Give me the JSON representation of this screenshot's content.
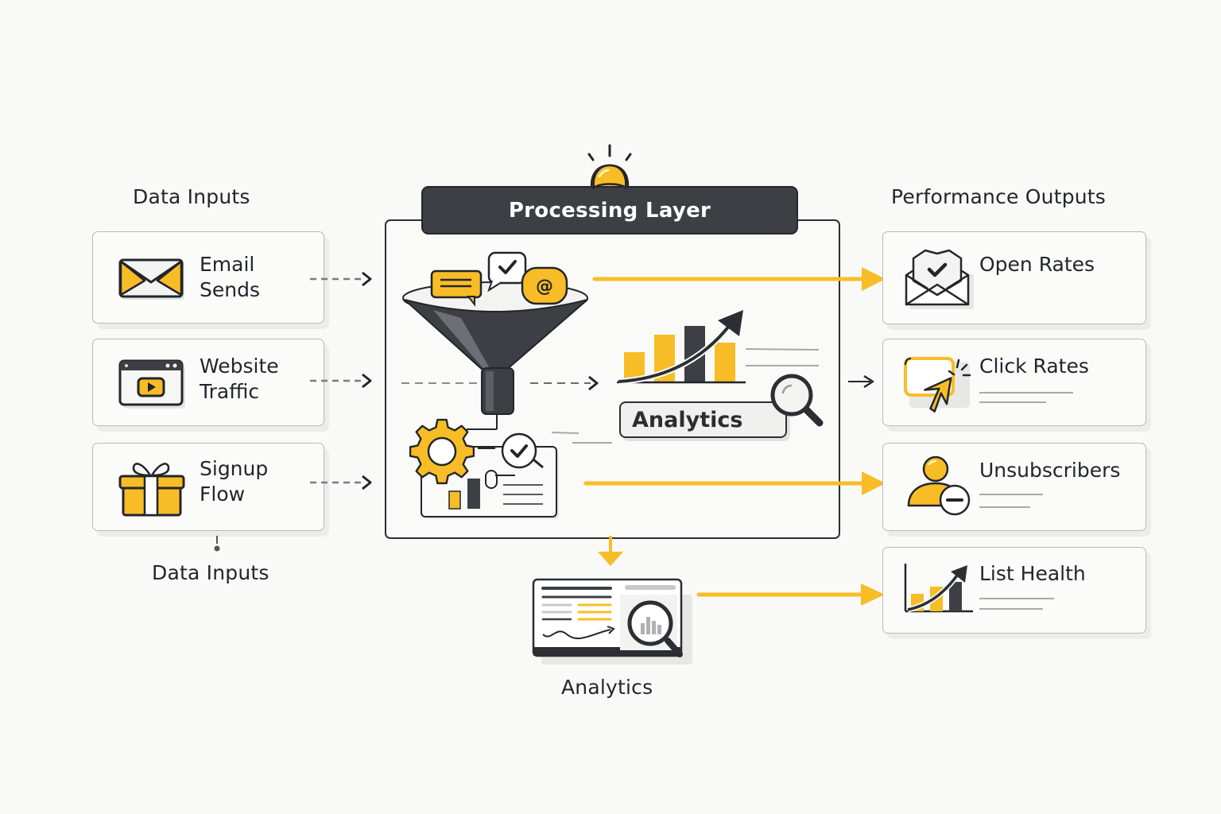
{
  "colors": {
    "accent": "#f8bd26",
    "dark": "#3d3f44",
    "outline": "#23252b",
    "card_border": "#b9b9bb",
    "background": "#f9f9f8"
  },
  "inputs": {
    "heading": "Data Inputs",
    "footer_label": "Data Inputs",
    "items": [
      {
        "line1": "Email",
        "line2": "Sends",
        "icon": "envelope-icon"
      },
      {
        "line1": "Website",
        "line2": "Traffic",
        "icon": "browser-play-icon"
      },
      {
        "line1": "Signup",
        "line2": "Flow",
        "icon": "gift-icon"
      }
    ]
  },
  "processing": {
    "title": "Processing Layer",
    "title_icon": "lightbulb-icon",
    "analytics_label": "Analytics",
    "elements": [
      "funnel-icon",
      "chat-bubbles-icon",
      "bar-chart-trend-icon",
      "magnifier-icon",
      "gear-icon",
      "report-icon"
    ]
  },
  "analytics": {
    "label": "Analytics",
    "icon": "dashboard-magnifier-icon"
  },
  "outputs": {
    "heading": "Performance Outputs",
    "items": [
      {
        "label": "Open Rates",
        "icon": "envelope-check-icon"
      },
      {
        "label": "Click Rates",
        "icon": "cursor-click-icon"
      },
      {
        "label": "Unsubscribers",
        "icon": "user-minus-icon"
      },
      {
        "label": "List Health",
        "icon": "growth-chart-icon"
      }
    ]
  }
}
